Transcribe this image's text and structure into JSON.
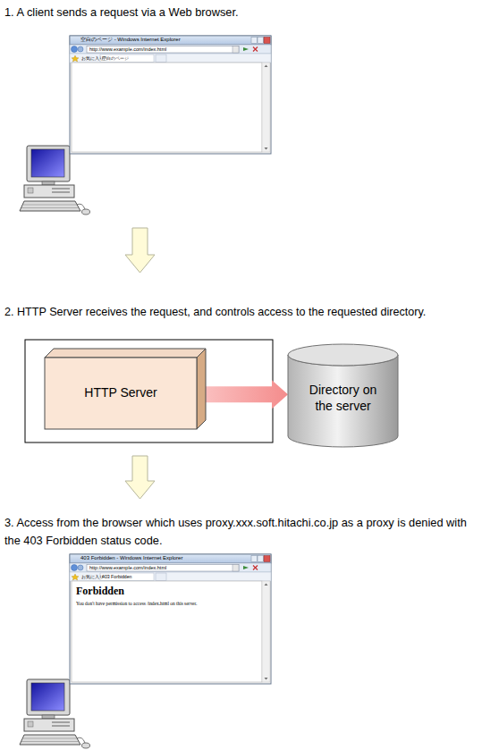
{
  "diagram": {
    "nodes": [
      {
        "text": [
          "HTTP Server"
        ]
      },
      {
        "text": [
          "Directory on the server"
        ]
      }
    ],
    "edges": [
      {
        "from": 0,
        "to": 1,
        "arrow": "to"
      }
    ],
    "labels": [
      "1. A client sends a request via a Web browser.",
      "空白のページ - Windows Internet Explorer",
      "http://www.example.com/index.html",
      "お気に入り",
      "空白のページ",
      "2. HTTP Server receives the request, and controls access to the requested directory.",
      "3. Access from the browser which uses proxy.xxx.soft.hitachi.co.jp as a proxy is denied with the 403 Forbidden status code.",
      "403 Forbidden - Windows Internet Explorer",
      "http://www.example.com/index.html",
      "お気に入り",
      "403 Forbidden",
      "Forbidden",
      "You don't have permission to access /index.html on this server."
    ]
  }
}
